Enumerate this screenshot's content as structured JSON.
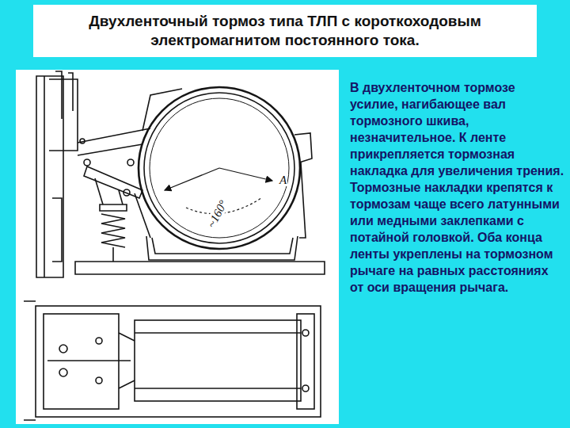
{
  "diagram": {
    "title": "Двухленточный тормоз типа ТЛП с короткоходовым электромагнитом постоянного тока.",
    "labels": [
      "В двухленточном тормозе усилие, нагибающее вал тормозного шкива, незначительное. К ленте прикрепляется тормозная накладка для увеличения трения. Тормозные накладки крепятся к тормозам чаще всего латунными или медными заклепками с потайной головкой. Оба конца ленты укреплены на тормозном рычаге на равных расстояниях от оси вращения рычага.",
      "~160°",
      "A"
    ]
  }
}
